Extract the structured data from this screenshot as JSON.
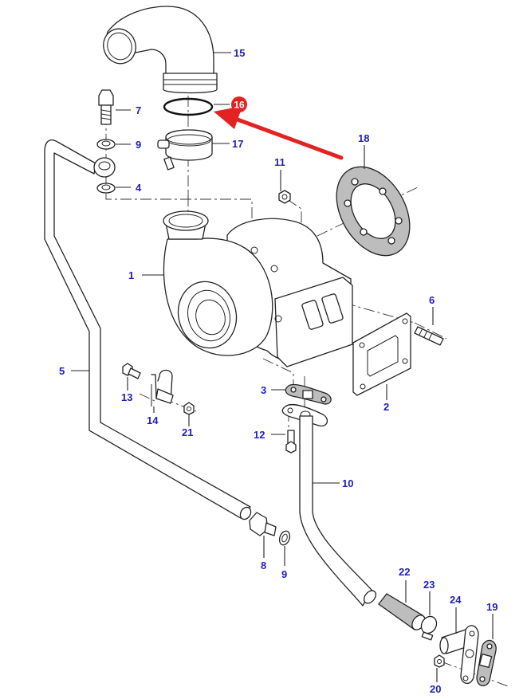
{
  "diagram": {
    "title": "Turbocharger assembly exploded view",
    "highlighted_part": "16",
    "colors": {
      "callout_text": "#1f1fb8",
      "highlight": "#e32222",
      "line": "#222222",
      "gasket_fill": "#bdbdbd"
    },
    "callouts": [
      {
        "id": "1",
        "label": "1"
      },
      {
        "id": "2",
        "label": "2"
      },
      {
        "id": "3",
        "label": "3"
      },
      {
        "id": "4",
        "label": "4"
      },
      {
        "id": "5",
        "label": "5"
      },
      {
        "id": "6",
        "label": "6"
      },
      {
        "id": "7",
        "label": "7"
      },
      {
        "id": "8",
        "label": "8"
      },
      {
        "id": "9a",
        "label": "9"
      },
      {
        "id": "9b",
        "label": "9"
      },
      {
        "id": "10",
        "label": "10"
      },
      {
        "id": "11",
        "label": "11"
      },
      {
        "id": "12",
        "label": "12"
      },
      {
        "id": "13",
        "label": "13"
      },
      {
        "id": "14",
        "label": "14"
      },
      {
        "id": "15",
        "label": "15"
      },
      {
        "id": "16",
        "label": "16"
      },
      {
        "id": "17",
        "label": "17"
      },
      {
        "id": "18",
        "label": "18"
      },
      {
        "id": "19",
        "label": "19"
      },
      {
        "id": "20",
        "label": "20"
      },
      {
        "id": "21",
        "label": "21"
      },
      {
        "id": "22",
        "label": "22"
      },
      {
        "id": "23",
        "label": "23"
      },
      {
        "id": "24",
        "label": "24"
      }
    ]
  }
}
